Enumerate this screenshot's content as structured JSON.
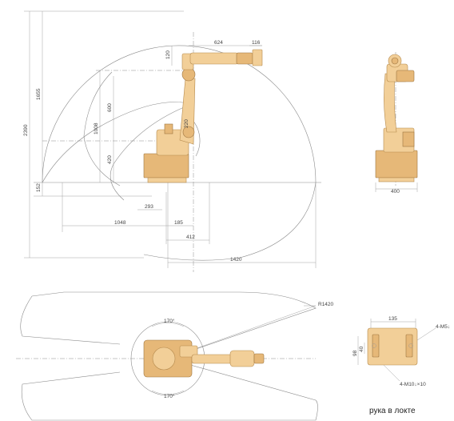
{
  "side_view": {
    "dimensions": {
      "total_height": "2390",
      "upper_reach": "1655",
      "elbow_height": "1008",
      "upper_arm": "600",
      "shoulder_height": "420",
      "base_offset": "152",
      "wrist_offset": "120",
      "forearm": "624",
      "flange": "116",
      "rear_reach": "1048",
      "shoulder_x": "293",
      "base_x": "185",
      "base_to_center": "412",
      "front_reach": "1420",
      "joint_gap": "220"
    }
  },
  "front_view": {
    "dimensions": {
      "base_width": "400"
    }
  },
  "top_view": {
    "dimensions": {
      "radius": "R1420",
      "angle_top": "170°",
      "angle_bottom": "170°"
    }
  },
  "flange_view": {
    "dimensions": {
      "width": "135",
      "hole_pattern": "4-M5↓",
      "height": "98",
      "inner_height": "40",
      "bolt_spec": "4-M10↓×10"
    },
    "caption": "рука в локте"
  },
  "colors": {
    "robot_body": "#f2cf98",
    "robot_shadow": "#e6b878",
    "line": "#8a8a8a"
  }
}
